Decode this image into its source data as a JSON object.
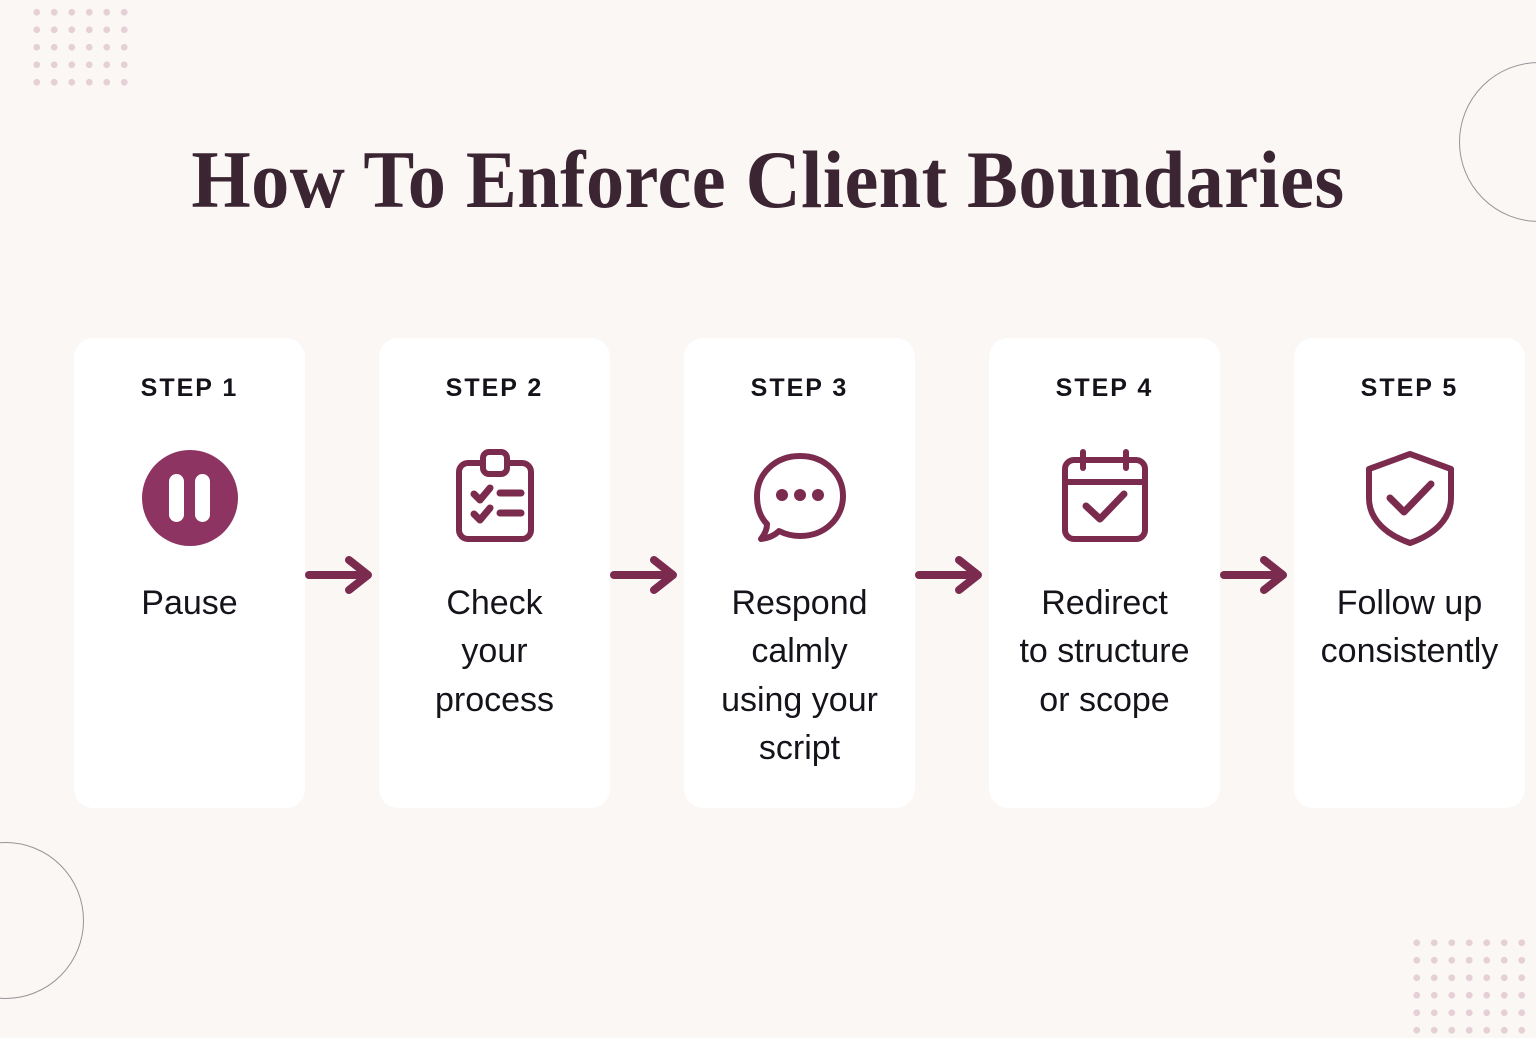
{
  "page": {
    "title": "How To Enforce Client Boundaries",
    "background_color": "#FAF7F5",
    "accent_color": "#7B2B4E",
    "badge_color": "#8E3463",
    "dot_color": "#E3C9D2",
    "circle_outline_color": "#9A9298",
    "card_color": "#FFFFFF",
    "title_color": "#3B2533",
    "text_color": "#16131B"
  },
  "steps": [
    {
      "label": "STEP 1",
      "icon": "pause-circle-icon",
      "text": "Pause"
    },
    {
      "label": "STEP 2",
      "icon": "clipboard-checklist-icon",
      "text": "Check\nyour\nprocess"
    },
    {
      "label": "STEP 3",
      "icon": "speech-bubble-dots-icon",
      "text": "Respond\ncalmly\nusing your\nscript"
    },
    {
      "label": "STEP 4",
      "icon": "calendar-check-icon",
      "text": "Redirect\nto structure\nor scope"
    },
    {
      "label": "STEP 5",
      "icon": "shield-check-icon",
      "text": "Follow up\nconsistently"
    }
  ],
  "connectors": [
    {
      "icon": "arrow-right-icon"
    },
    {
      "icon": "arrow-right-icon"
    },
    {
      "icon": "arrow-right-icon"
    },
    {
      "icon": "arrow-right-icon"
    }
  ]
}
